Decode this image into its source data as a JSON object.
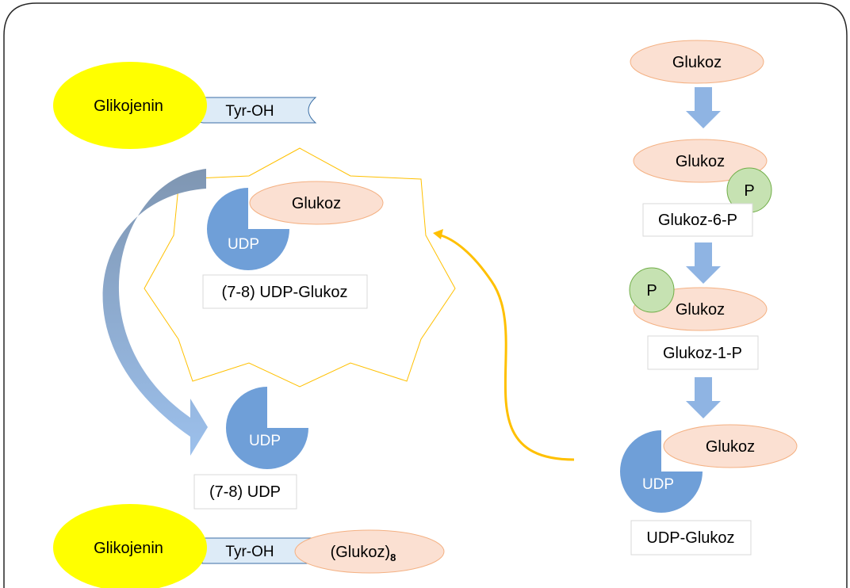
{
  "colors": {
    "glycogenin": "#ffff00",
    "glucose": "#fbe0d2",
    "phosphate": "#c6e2b2",
    "udp": "#6f9fd8",
    "tyr": "#ddebf7",
    "arrow_blue": "#8fb4e3",
    "arrow_gold": "#ffc000",
    "star_outline": "#ffc000"
  },
  "top_complex": {
    "glycogenin_label": "Glikojenin",
    "tyr_label": "Tyr-OH"
  },
  "star_group": {
    "glucose_label": "Glukoz",
    "udp_label": "UDP",
    "caption": "(7-8) UDP-Glukoz"
  },
  "released_udp": {
    "udp_label": "UDP",
    "caption": "(7-8) UDP"
  },
  "bottom_complex": {
    "glycogenin_label": "Glikojenin",
    "tyr_label": "Tyr-OH",
    "chain_label": "(Glukoz)",
    "chain_subscript": "8"
  },
  "pathway": {
    "glucose_label": "Glukoz",
    "g6p_glucose_label": "Glukoz",
    "g6p_phosphate_label": "P",
    "g6p_caption": "Glukoz-6-P",
    "g1p_glucose_label": "Glukoz",
    "g1p_phosphate_label": "P",
    "g1p_caption": "Glukoz-1-P",
    "udpg_glucose_label": "Glukoz",
    "udpg_udp_label": "UDP",
    "udpg_caption": "UDP-Glukoz"
  }
}
